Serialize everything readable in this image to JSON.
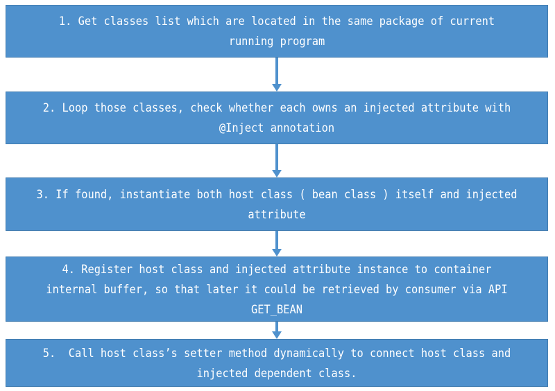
{
  "diagram": {
    "type": "flowchart",
    "orientation": "vertical",
    "background_color": "#ffffff",
    "box_fill_color": "#4f91cd",
    "box_border_color": "#417cb0",
    "box_text_color": "#ffffff",
    "arrow_color": "#4f91cd",
    "steps": [
      {
        "id": "step-1",
        "number": "1.",
        "text": "1. Get classes list which are located in the same package of current running program"
      },
      {
        "id": "step-2",
        "number": "2.",
        "text": "2. Loop those classes, check whether each owns an injected attribute with @Inject annotation"
      },
      {
        "id": "step-3",
        "number": "3.",
        "text": "3. If found, instantiate both host class ( bean class ) itself and injected attribute"
      },
      {
        "id": "step-4",
        "number": "4.",
        "text": "4. Register host class and injected attribute instance to container internal buffer, so that later it could be retrieved by consumer via API GET_BEAN"
      },
      {
        "id": "step-5",
        "number": "5.",
        "text": "5.  Call host class’s setter method dynamically to connect host class and injected dependent class."
      }
    ],
    "connectors": [
      {
        "id": "arrow-1",
        "from": "step-1",
        "to": "step-2",
        "icon": "down-arrow-icon"
      },
      {
        "id": "arrow-2",
        "from": "step-2",
        "to": "step-3",
        "icon": "down-arrow-icon"
      },
      {
        "id": "arrow-3",
        "from": "step-3",
        "to": "step-4",
        "icon": "down-arrow-icon"
      },
      {
        "id": "arrow-4",
        "from": "step-4",
        "to": "step-5",
        "icon": "down-arrow-icon"
      }
    ]
  }
}
